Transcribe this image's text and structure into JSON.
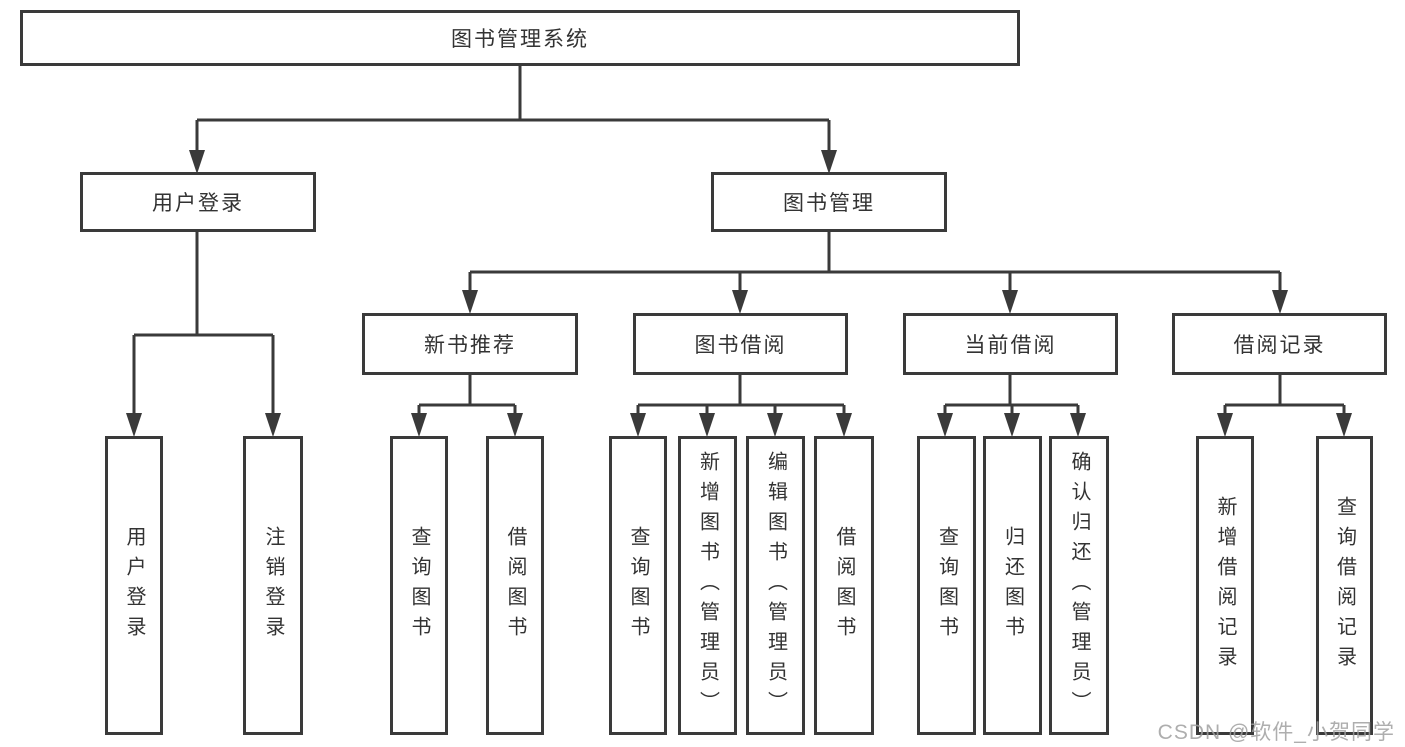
{
  "diagram": {
    "title": "图书管理系统",
    "root": {
      "label": "图书管理系统"
    },
    "branches": [
      {
        "label": "用户登录",
        "children": [
          {
            "label": "用户登录"
          },
          {
            "label": "注销登录"
          }
        ]
      },
      {
        "label": "图书管理",
        "children": [
          {
            "label": "新书推荐",
            "children": [
              {
                "label": "查询图书"
              },
              {
                "label": "借阅图书"
              }
            ]
          },
          {
            "label": "图书借阅",
            "children": [
              {
                "label": "查询图书"
              },
              {
                "label": "新增图书（管理员）"
              },
              {
                "label": "编辑图书（管理员）"
              },
              {
                "label": "借阅图书"
              }
            ]
          },
          {
            "label": "当前借阅",
            "children": [
              {
                "label": "查询图书"
              },
              {
                "label": "归还图书"
              },
              {
                "label": "确认归还（管理员）"
              }
            ]
          },
          {
            "label": "借阅记录",
            "children": [
              {
                "label": "新增借阅记录"
              },
              {
                "label": "查询借阅记录"
              }
            ]
          }
        ]
      }
    ]
  },
  "watermark": {
    "text": "CSDN @软件_小贺同学"
  },
  "colors": {
    "line": "#3a3a3a",
    "box_border": "#3a3a3a",
    "text": "#333333",
    "watermark": "#a0a0a0",
    "background": "#ffffff"
  }
}
